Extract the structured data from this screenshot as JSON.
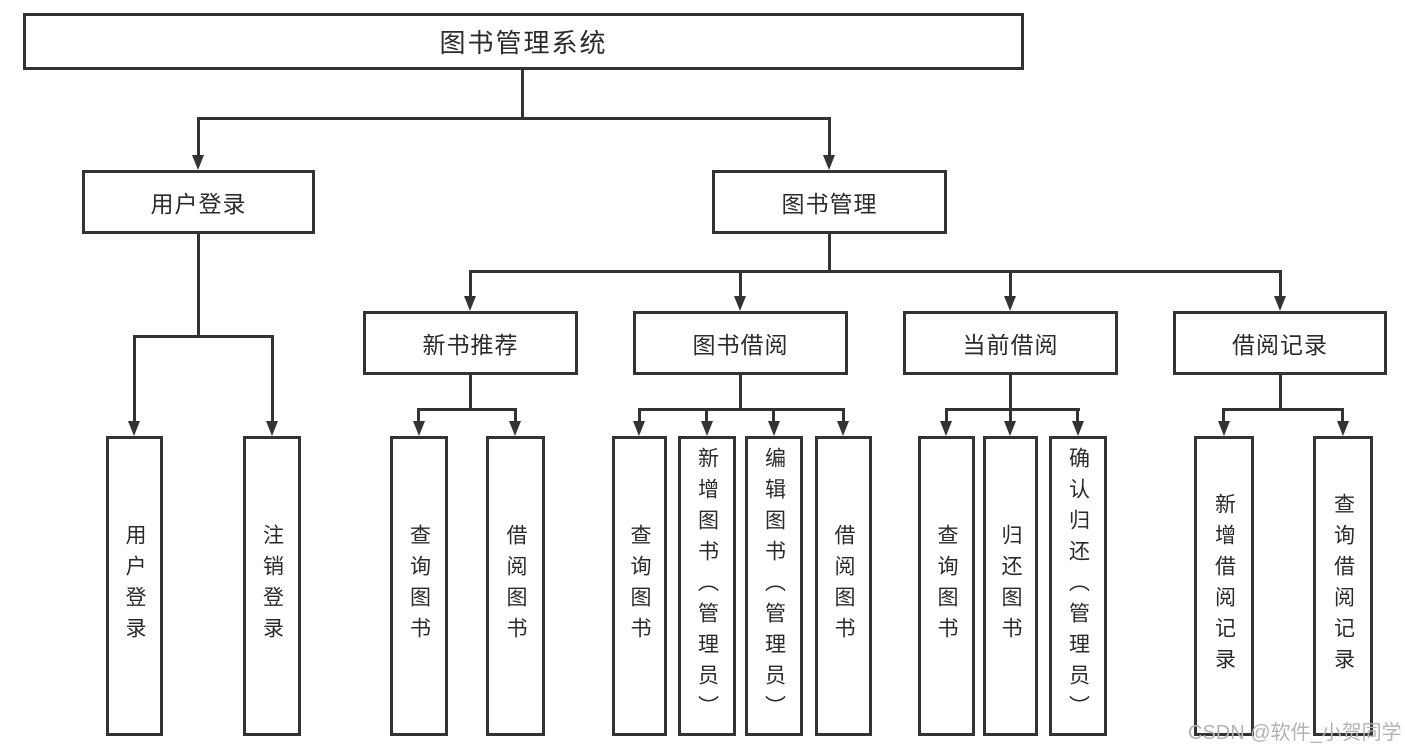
{
  "colors": {
    "background": "#ffffff",
    "line": "#333333",
    "text": "#2b2b2b",
    "watermark_text": "#b3b3b3"
  },
  "tree": {
    "root": {
      "label": "图书管理系统",
      "children": [
        {
          "label": "用户登录",
          "children": [
            {
              "label": "用户登录"
            },
            {
              "label": "注销登录"
            }
          ]
        },
        {
          "label": "图书管理",
          "children": [
            {
              "label": "新书推荐",
              "children": [
                {
                  "label": "查询图书"
                },
                {
                  "label": "借阅图书"
                }
              ]
            },
            {
              "label": "图书借阅",
              "children": [
                {
                  "label": "查询图书"
                },
                {
                  "label": "新增图书（管理员）"
                },
                {
                  "label": "编辑图书（管理员）"
                },
                {
                  "label": "借阅图书"
                }
              ]
            },
            {
              "label": "当前借阅",
              "children": [
                {
                  "label": "查询图书"
                },
                {
                  "label": "归还图书"
                },
                {
                  "label": "确认归还（管理员）"
                }
              ]
            },
            {
              "label": "借阅记录",
              "children": [
                {
                  "label": "新增借阅记录"
                },
                {
                  "label": "查询借阅记录"
                }
              ]
            }
          ]
        }
      ]
    }
  },
  "watermark": {
    "text": "CSDN @软件_小贺同学"
  }
}
